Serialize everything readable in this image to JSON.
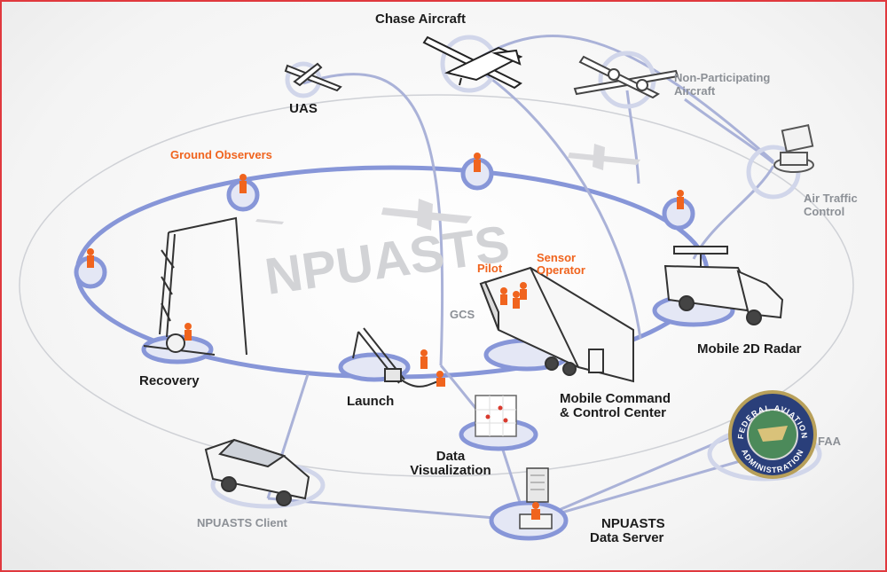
{
  "colors": {
    "ring": "#8796d8",
    "ring_fill": "#e4e7f5",
    "connector": "#aab2d8",
    "orange": "#f0641e",
    "dark_text": "#1c1c1c",
    "gray_text": "#8c9096",
    "border": "#e0393e"
  },
  "diagram": {
    "watermark": "NPUASTS",
    "labels": {
      "chase_aircraft": "Chase Aircraft",
      "uas": "UAS",
      "non_participating_1": "Non-Participating",
      "non_participating_2": "Aircraft",
      "ground_observers": "Ground Observers",
      "air_traffic_1": "Air Traffic",
      "air_traffic_2": "Control",
      "pilot": "Pilot",
      "sensor_1": "Sensor",
      "sensor_2": "Operator",
      "gcs": "GCS",
      "mobile_radar": "Mobile 2D Radar",
      "recovery": "Recovery",
      "launch": "Launch",
      "mcc_1": "Mobile Command",
      "mcc_2": "& Control Center",
      "data_vis_1": "Data",
      "data_vis_2": "Visualization",
      "faa": "FAA",
      "client": "NPUASTS Client",
      "server_1": "NPUASTS",
      "server_2": "Data Server"
    },
    "faa_seal": {
      "top": "FEDERAL AVIATION",
      "bottom": "ADMINISTRATION"
    }
  }
}
